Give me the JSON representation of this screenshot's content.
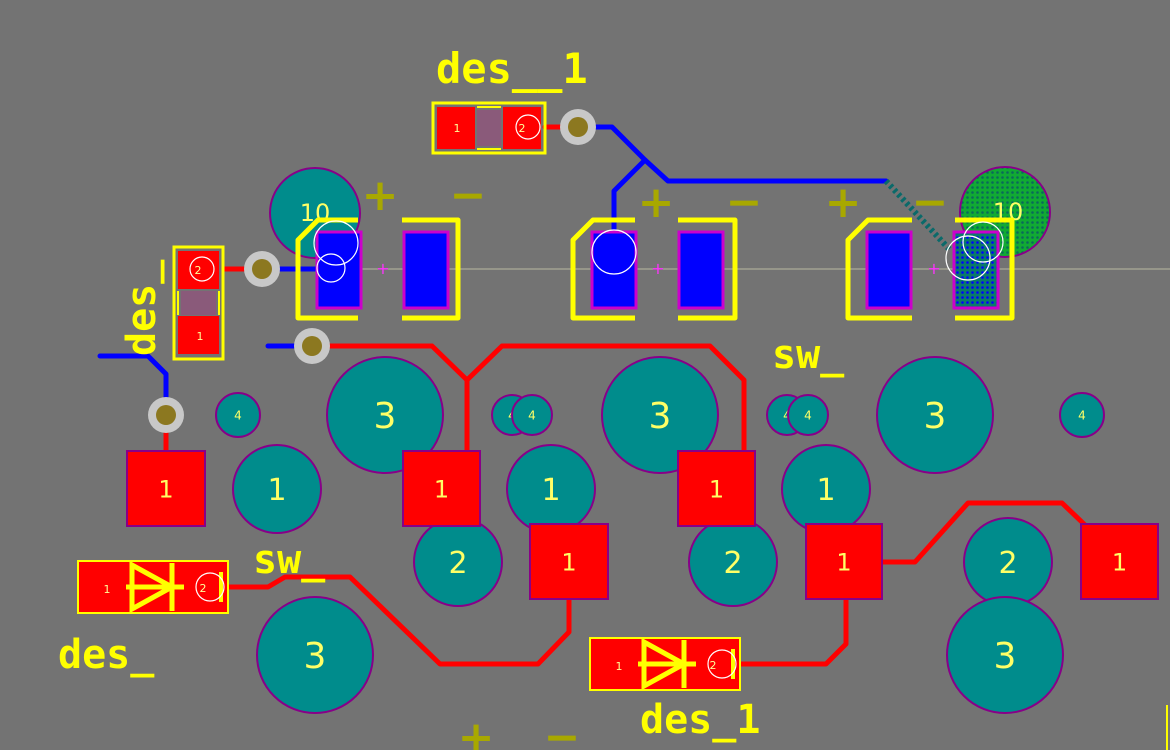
{
  "colors": {
    "board": "#737373",
    "silkscreen": "#ffff00",
    "silkscreen_dim": "#a8a800",
    "top_copper": "#ff0000",
    "bottom_copper": "#0000ff",
    "through_pad": "#008c8c",
    "pad_outline": "#880088",
    "via_ring": "#c8c8c8",
    "via_hole": "#8c7820",
    "pad_label": "#ffff66",
    "highlight_pad": "#11aa33"
  },
  "designators": {
    "des_top_center": "des__1",
    "des_left_vertical": "des_",
    "des_bottom_left": "des_",
    "des_bottom_center": "des_1"
  },
  "switch_labels": {
    "sw_right": "sw_",
    "sw_left": "sw_"
  },
  "polarity": {
    "plus": "+",
    "minus": "−"
  },
  "pad_labels": {
    "one": "1",
    "two": "2",
    "three": "3",
    "four": "4",
    "ten": "10"
  }
}
